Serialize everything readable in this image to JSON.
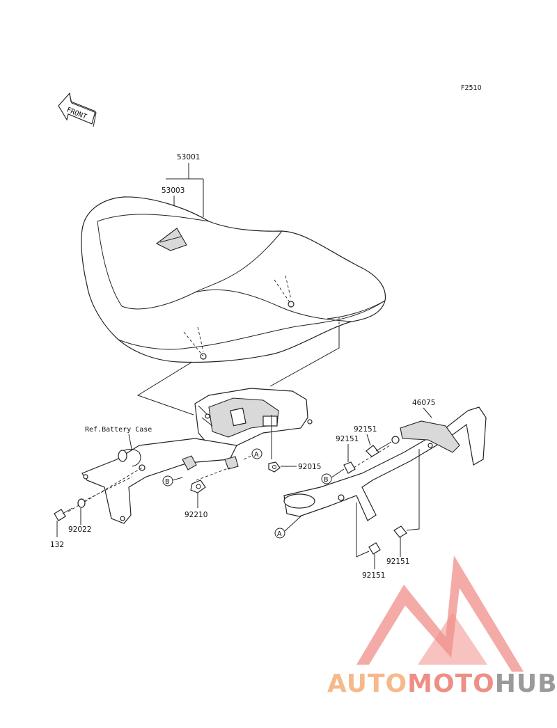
{
  "figure_code": "F2510",
  "front_label": "FRONT",
  "parts": {
    "seat": "53001",
    "seat_cover": "53003",
    "grab_rail": "46075",
    "bolt_132": "132",
    "washer": "92022",
    "nut": "92210",
    "grommet": "92015",
    "bolt_a_top": "92151",
    "bolt_b_top": "92151",
    "bolt_lower_right": "92151",
    "bolt_lower_left": "92151"
  },
  "reference_note": "Ref.Battery Case",
  "markers": {
    "a_left": "A",
    "a_right": "A",
    "b_left": "B",
    "b_right": "B"
  },
  "watermark": {
    "auto": "AUTO",
    "moto": "MOTO",
    "hub": "HUB"
  },
  "colors": {
    "watermark_triangle": "#f08f8a",
    "watermark_auto": "#f6b98c",
    "watermark_moto": "#ee8f86",
    "watermark_hub": "#9a9a9a"
  }
}
